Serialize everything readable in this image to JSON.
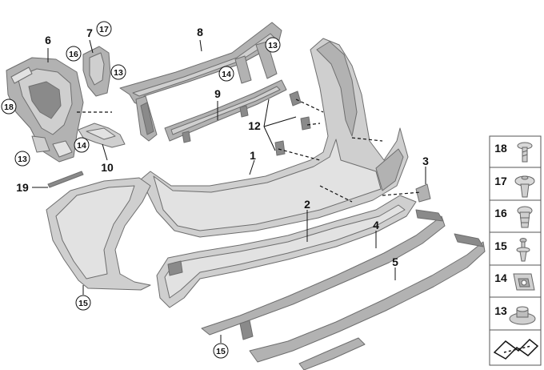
{
  "callouts": {
    "c1": "1",
    "c2": "2",
    "c3": "3",
    "c4": "4",
    "c5": "5",
    "c6": "6",
    "c7": "7",
    "c8": "8",
    "c9": "9",
    "c10": "10",
    "c12": "12",
    "c19": "19",
    "c13a": "13",
    "c13b": "13",
    "c13c": "13",
    "c14a": "14",
    "c14b": "14",
    "c15a": "15",
    "c15b": "15",
    "c16": "16",
    "c17": "17",
    "c18": "18"
  },
  "legend": {
    "items": [
      {
        "number": "18",
        "icon": "screw-icon"
      },
      {
        "number": "17",
        "icon": "expanding-rivet-icon"
      },
      {
        "number": "16",
        "icon": "plug-fastener-icon"
      },
      {
        "number": "15",
        "icon": "push-rivet-icon"
      },
      {
        "number": "14",
        "icon": "clip-nut-icon"
      },
      {
        "number": "13",
        "icon": "flanged-nut-icon"
      }
    ],
    "footer_icon": "dashed-line-symbol-icon"
  }
}
